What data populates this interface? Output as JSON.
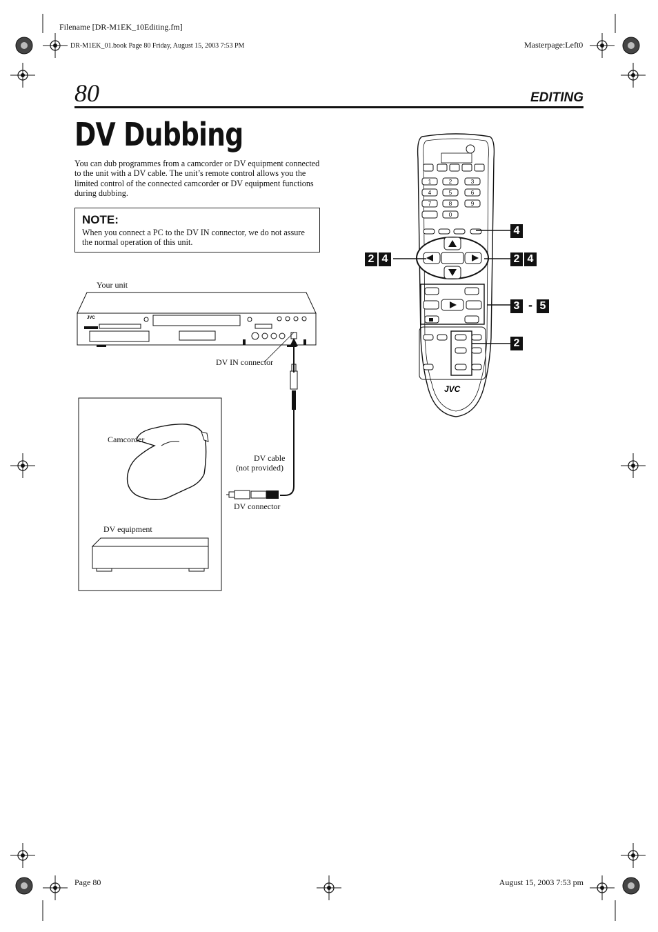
{
  "header": {
    "filename": "Filename [DR-M1EK_10Editing.fm]",
    "book_info": "DR-M1EK_01.book  Page 80  Friday, August 15, 2003  7:53 PM",
    "masterpage": "Masterpage:Left0"
  },
  "page_number": "80",
  "section_title": "EDITING",
  "title": "DV Dubbing",
  "intro": "You can dub programmes from a camcorder or DV equipment connected to the unit with a DV cable. The unit’s remote control allows you the limited control of the connected camcorder or DV equipment functions during dubbing.",
  "note": {
    "title": "NOTE:",
    "text": "When you connect a PC to the DV IN connector, we do not assure the normal operation of this unit."
  },
  "diagram": {
    "your_unit": "Your unit",
    "dv_in_connector": "DV IN connector",
    "camcorder": "Camcorder",
    "dv_cable": "DV cable",
    "not_provided": "(not provided)",
    "dv_connector": "DV connector",
    "dv_equipment": "DV equipment",
    "unit_brand": "JVC"
  },
  "remote": {
    "brand": "JVC",
    "keys": [
      "1",
      "2",
      "3",
      "4",
      "5",
      "6",
      "7",
      "8",
      "9",
      "0"
    ]
  },
  "step_callouts": [
    {
      "steps": [
        "4"
      ]
    },
    {
      "steps": [
        "2",
        "4"
      ]
    },
    {
      "steps": [
        "2",
        "4"
      ]
    },
    {
      "steps": [
        "3",
        "5"
      ],
      "range": "-"
    },
    {
      "steps": [
        "2"
      ]
    }
  ],
  "footer": {
    "page": "Page 80",
    "date": "August 15, 2003 7:53 pm"
  }
}
